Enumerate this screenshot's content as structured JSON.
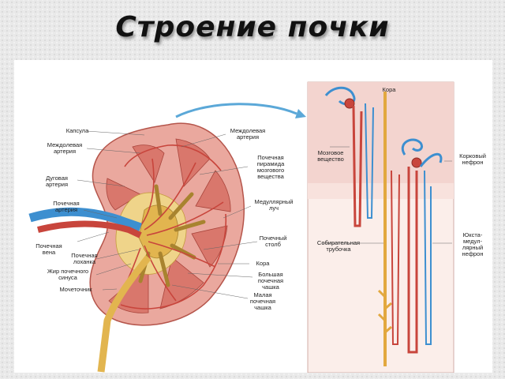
{
  "title": "Строение почки",
  "labels": {
    "kapsula": "Капсула",
    "mezhdolevaya_arteriya_l": "Междолевая артерия",
    "dugovaya_arteriya": "Дуговая артерия",
    "pochechnaya_arteriya": "Почечная артерия",
    "pochechnaya_vena": "Почечная вена",
    "pochechnaya_lohanka": "Почечная лоханка",
    "zhir_sinusa": "Жир почечного синуса",
    "mochetochnik": "Мочеточник",
    "mezhdolevaya_arteriya_r": "Междолевая артерия",
    "piramida": "Почечная пирамида мозгового вещества",
    "medullyarny_luch": "Медуллярный луч",
    "stolb": "Почечный столб",
    "kora_1": "Кора",
    "bolshaya_chashka": "Большая почечная чашка",
    "malaya_chashka": "Малая почечная чашка",
    "kora_2": "Кора",
    "mozgovoe": "Мозговое вещество",
    "korkovy_nefron": "Корковый нефрон",
    "sobiratelnaya": "Собирательная трубочка",
    "yuxta": "Юкста-медул-лярный нефрон"
  },
  "colors": {
    "cortex": "#e8a39a",
    "medulla": "#d9776c",
    "artery": "#c8453c",
    "vein": "#3d8fd0",
    "pelvis": "#e8c06a",
    "fat": "#efd48a",
    "arrow": "#5ba8d8"
  }
}
